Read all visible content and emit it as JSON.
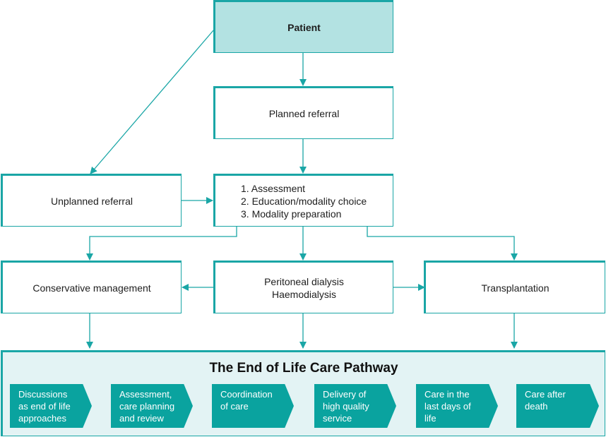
{
  "nodes": {
    "patient": "Patient",
    "planned_referral": "Planned referral",
    "unplanned_referral": "Unplanned referral",
    "assessment_steps": [
      "1. Assessment",
      "2. Education/modality choice",
      "3. Modality preparation"
    ],
    "conservative": "Conservative management",
    "dialysis": [
      "Peritoneal dialysis",
      "Haemodialysis"
    ],
    "transplantation": "Transplantation"
  },
  "pathway": {
    "title": "The End of Life Care Pathway",
    "steps": [
      [
        "Discussions",
        "as end of life",
        "approaches"
      ],
      [
        "Assessment,",
        "care planning",
        "and review"
      ],
      [
        "Coordination",
        "of care"
      ],
      [
        "Delivery of",
        "high quality",
        "service"
      ],
      [
        "Care in the",
        "last days of",
        "life"
      ],
      [
        "Care after",
        "death"
      ]
    ]
  },
  "colors": {
    "accent": "#1aa6a6",
    "patient_fill": "#b3e2e2",
    "panel_fill": "#e3f3f4",
    "chevron_fill": "#0aa39f"
  }
}
